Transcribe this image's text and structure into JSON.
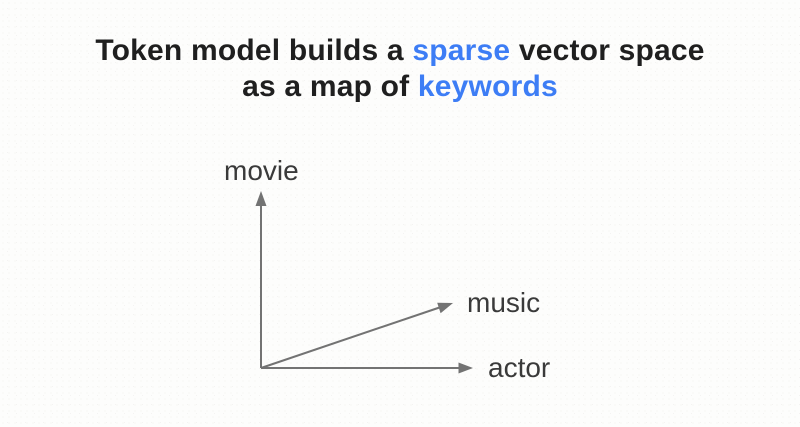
{
  "slide": {
    "title": {
      "line1_pre": "Token model builds a ",
      "line1_highlight": "sparse",
      "line1_post": " vector space",
      "line2_pre": "as a map of ",
      "line2_highlight": "keywords"
    },
    "diagram": {
      "y_axis_label": "movie",
      "diagonal_vector_label": "music",
      "x_axis_label": "actor"
    },
    "colors": {
      "title_text": "#1f1f1f",
      "highlight_blue": "#3d7df5",
      "arrow_gray": "#737373",
      "label_gray": "#3a3a3a",
      "background": "#fdfdfc"
    }
  }
}
